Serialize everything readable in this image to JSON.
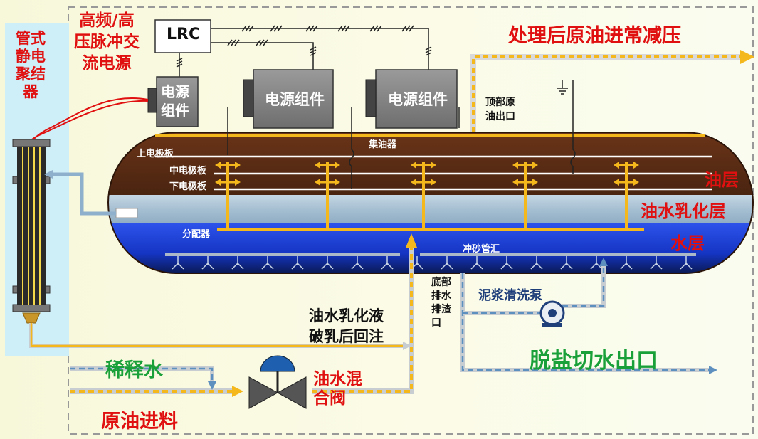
{
  "labels": {
    "coalescer": "管式\n静电\n聚结\n器",
    "power_source": "高频/高\n压脉冲交\n流电源",
    "lrc": "LRC",
    "power_module_small": "电源\n组件",
    "power_module": "电源组件",
    "treated_oil": "处理后原油进常减压",
    "top_outlet": "顶部原\n油出口",
    "collector": "集油器",
    "upper_electrode": "上电极板",
    "middle_electrode": "中电极板",
    "lower_electrode": "下电极板",
    "oil_layer": "油层",
    "emulsion_layer": "油水乳化层",
    "distributor": "分配器",
    "water_layer": "水层",
    "sand_header": "冲砂管汇",
    "bottom_drain": "底部\n排水\n排渣\n口",
    "mud_pump": "泥浆清洗泵",
    "reinjection": "油水乳化液\n破乳后回注",
    "dilution_water": "稀释水",
    "mix_valve": "油水混\n合阀",
    "crude_feed": "原油进料",
    "desalted_water": "脱盐切水出口"
  },
  "colors": {
    "oil": "#5a2a14",
    "emulsion": "#a9c3d6",
    "water": "#1a3dd6",
    "pipe_yellow": "#f5b81c",
    "pipe_blue": "#7aa7cc",
    "label_red": "#e01010",
    "label_green": "#1aa038"
  }
}
